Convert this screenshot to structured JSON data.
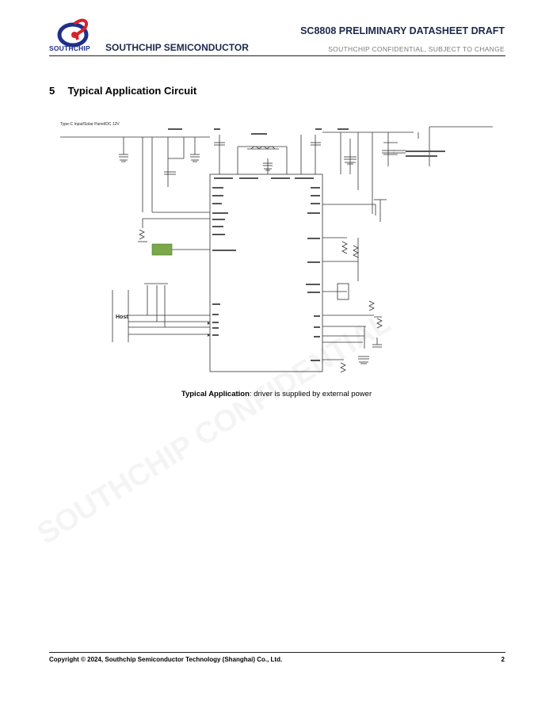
{
  "header": {
    "logo_icon": "southchip-logo-icon",
    "logo_text": "SOUTHCHIP",
    "company": "SOUTHCHIP SEMICONDUCTOR",
    "doc_title": "SC8808 PRELIMINARY DATASHEET DRAFT",
    "confidential": "SOUTHCHIP CONFIDENTIAL, SUBJECT TO CHANGE"
  },
  "section": {
    "number": "5",
    "title": "Typical Application Circuit"
  },
  "circuit": {
    "input_label": "Type-C Input/Solar Panel/DC 12V",
    "host_label": "Host"
  },
  "caption": {
    "bold": "Typical Application",
    "rest": ": driver is supplied by external power"
  },
  "footer": {
    "copyright": "Copyright © 2024, Southchip Semiconductor Technology (Shanghai) Co., Ltd.",
    "page": "2"
  },
  "colors": {
    "brand_blue": "#1f2f8a",
    "brand_red": "#d6232a",
    "header_text": "#1b2a4a",
    "green_block": "#7aa84a"
  }
}
